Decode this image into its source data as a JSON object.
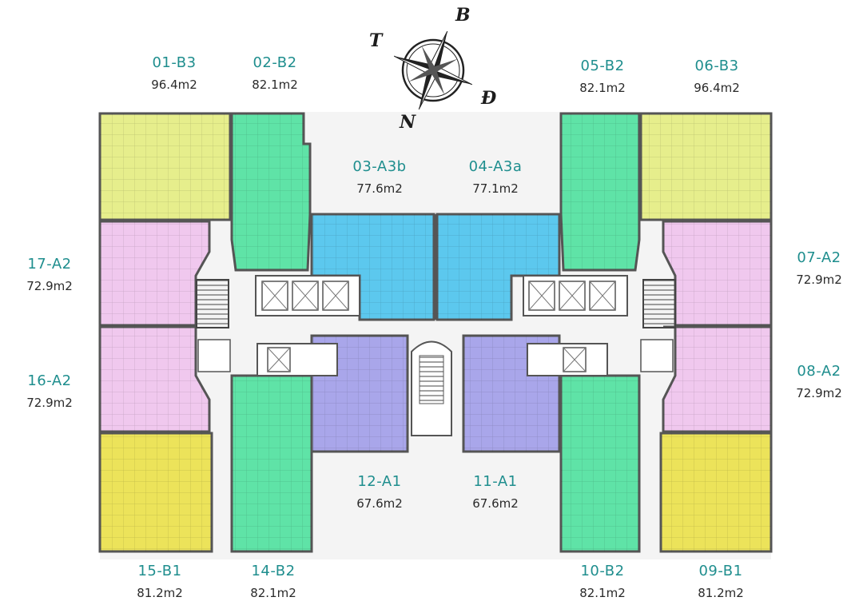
{
  "compass": {
    "north": "B",
    "east": "Đ",
    "south": "N",
    "west": "T"
  },
  "units": [
    {
      "code": "01-B3",
      "area": "96.4m2",
      "color": "#e6ee8c"
    },
    {
      "code": "02-B2",
      "area": "82.1m2",
      "color": "#5fe3a7"
    },
    {
      "code": "03-A3b",
      "area": "77.6m2",
      "color": "#5cc8ee"
    },
    {
      "code": "04-A3a",
      "area": "77.1m2",
      "color": "#5cc8ee"
    },
    {
      "code": "05-B2",
      "area": "82.1m2",
      "color": "#5fe3a7"
    },
    {
      "code": "06-B3",
      "area": "96.4m2",
      "color": "#e6ee8c"
    },
    {
      "code": "07-A2",
      "area": "72.9m2",
      "color": "#f0c8ee"
    },
    {
      "code": "08-A2",
      "area": "72.9m2",
      "color": "#f0c8ee"
    },
    {
      "code": "09-B1",
      "area": "81.2m2",
      "color": "#ece35a"
    },
    {
      "code": "10-B2",
      "area": "82.1m2",
      "color": "#5fe3a7"
    },
    {
      "code": "11-A1",
      "area": "67.6m2",
      "color": "#a9a6ea"
    },
    {
      "code": "12-A1",
      "area": "67.6m2",
      "color": "#a9a6ea"
    },
    {
      "code": "14-B2",
      "area": "82.1m2",
      "color": "#5fe3a7"
    },
    {
      "code": "15-B1",
      "area": "81.2m2",
      "color": "#ece35a"
    },
    {
      "code": "16-A2",
      "area": "72.9m2",
      "color": "#f0c8ee"
    },
    {
      "code": "17-A2",
      "area": "72.9m2",
      "color": "#f0c8ee"
    }
  ],
  "colors": {
    "label_teal": "#1f8e8e",
    "wall": "#555555",
    "corridor": "#f2f2f2"
  }
}
